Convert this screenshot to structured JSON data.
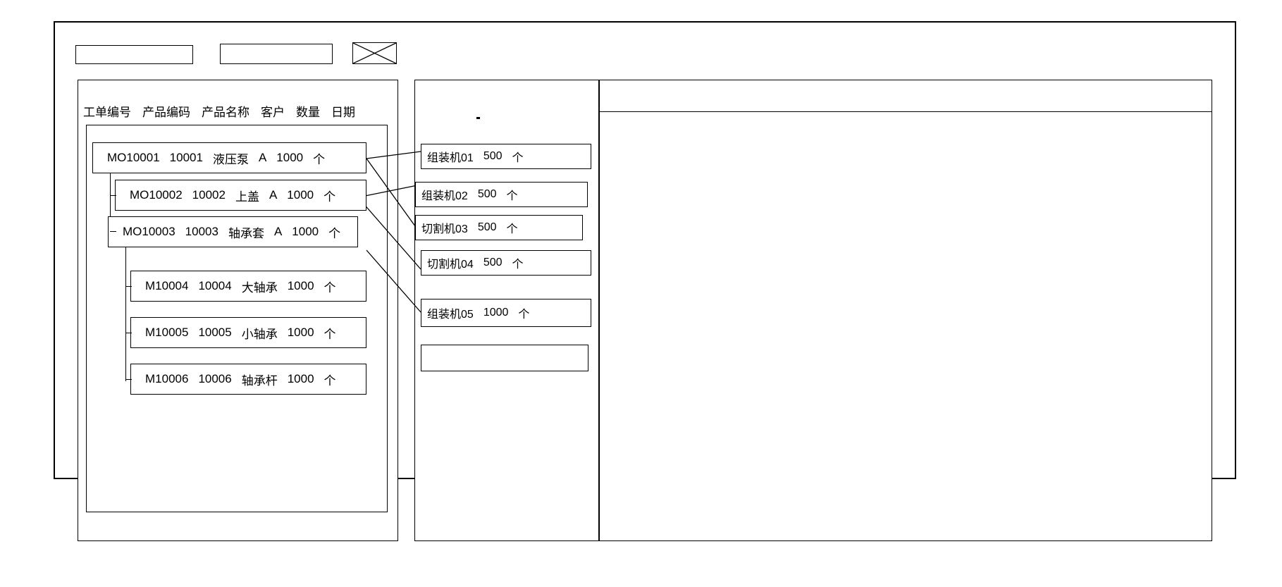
{
  "window": {
    "title": ""
  },
  "toolbar": {
    "field1": {
      "value": "",
      "placeholder": ""
    },
    "field2": {
      "value": "",
      "placeholder": ""
    },
    "image_placeholder": {
      "icon": "crossed-box-icon"
    }
  },
  "left_panel": {
    "columns": [
      "工单编号",
      "产品编码",
      "产品名称",
      "客户",
      "数量",
      "日期"
    ],
    "rows": [
      {
        "level": 0,
        "order_no": "MO10001",
        "product_code": "10001",
        "product_name": "液压泵",
        "customer": "A",
        "qty": "1000",
        "unit": "个"
      },
      {
        "level": 1,
        "order_no": "MO10002",
        "product_code": "10002",
        "product_name": "上盖",
        "customer": "A",
        "qty": "1000",
        "unit": "个"
      },
      {
        "level": 1,
        "order_no": "MO10003",
        "product_code": "10003",
        "product_name": "轴承套",
        "customer": "A",
        "qty": "1000",
        "unit": "个"
      },
      {
        "level": 2,
        "order_no": "M10004",
        "product_code": "10004",
        "product_name": "大轴承",
        "customer": "",
        "qty": "1000",
        "unit": "个"
      },
      {
        "level": 2,
        "order_no": "M10005",
        "product_code": "10005",
        "product_name": "小轴承",
        "customer": "",
        "qty": "1000",
        "unit": "个"
      },
      {
        "level": 2,
        "order_no": "M10006",
        "product_code": "10006",
        "product_name": "轴承杆",
        "customer": "",
        "qty": "1000",
        "unit": "个"
      }
    ]
  },
  "mid_panel": {
    "cards": [
      {
        "machine": "组装机01",
        "qty": "500",
        "unit": "个"
      },
      {
        "machine": "组装机02",
        "qty": "500",
        "unit": "个"
      },
      {
        "machine": "切割机03",
        "qty": "500",
        "unit": "个"
      },
      {
        "machine": "切割机04",
        "qty": "500",
        "unit": "个"
      },
      {
        "machine": "组装机05",
        "qty": "1000",
        "unit": "个"
      },
      {
        "machine": "",
        "qty": "",
        "unit": ""
      }
    ]
  },
  "right_panel": {
    "header": "",
    "body": ""
  },
  "colors": {
    "stroke": "#000000",
    "background": "#ffffff"
  }
}
